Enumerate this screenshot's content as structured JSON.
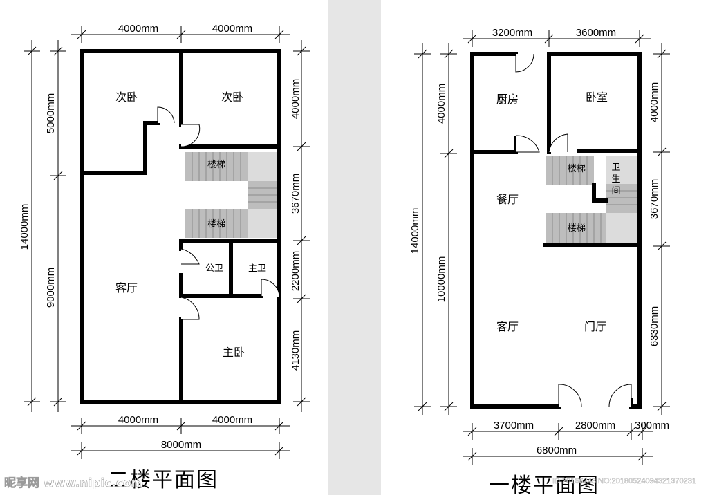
{
  "left_plan": {
    "title": "二楼平面图",
    "rooms": {
      "bedroom_nw": "次卧",
      "bedroom_ne": "次卧",
      "stairs_upper": "楼梯",
      "stairs_lower": "楼梯",
      "living": "客厅",
      "public_bath": "公卫",
      "master_bath": "主卫",
      "master_bed": "主卧"
    },
    "dims": {
      "top_left": "4000mm",
      "top_right": "4000mm",
      "bottom_left": "4000mm",
      "bottom_right": "4000mm",
      "total_width": "8000mm",
      "left_upper": "5000mm",
      "left_lower": "9000mm",
      "total_height": "14000mm",
      "right_1": "4000mm",
      "right_2": "3670mm",
      "right_3": "2200mm",
      "right_4": "4130mm"
    }
  },
  "right_plan": {
    "title": "一楼平面图",
    "rooms": {
      "kitchen": "厨房",
      "bedroom": "卧室",
      "stairs_upper": "楼梯",
      "stairs_lower": "楼梯",
      "bath_1": "卫",
      "bath_2": "生",
      "bath_3": "间",
      "dining": "餐厅",
      "living": "客厅",
      "foyer": "门厅"
    },
    "dims": {
      "top_left": "3200mm",
      "top_right": "3600mm",
      "bottom_left": "3700mm",
      "bottom_mid": "2800mm",
      "bottom_right": "300mm",
      "total_width": "6800mm",
      "left_upper": "4000mm",
      "left_lower": "10000mm",
      "total_height": "14000mm",
      "right_1": "4000mm",
      "right_2": "3670mm",
      "right_3": "6330mm"
    }
  },
  "watermark": {
    "brand": "昵享网 www.nipic.com",
    "id": "ID:20166243 NO:20180524094321370231"
  }
}
